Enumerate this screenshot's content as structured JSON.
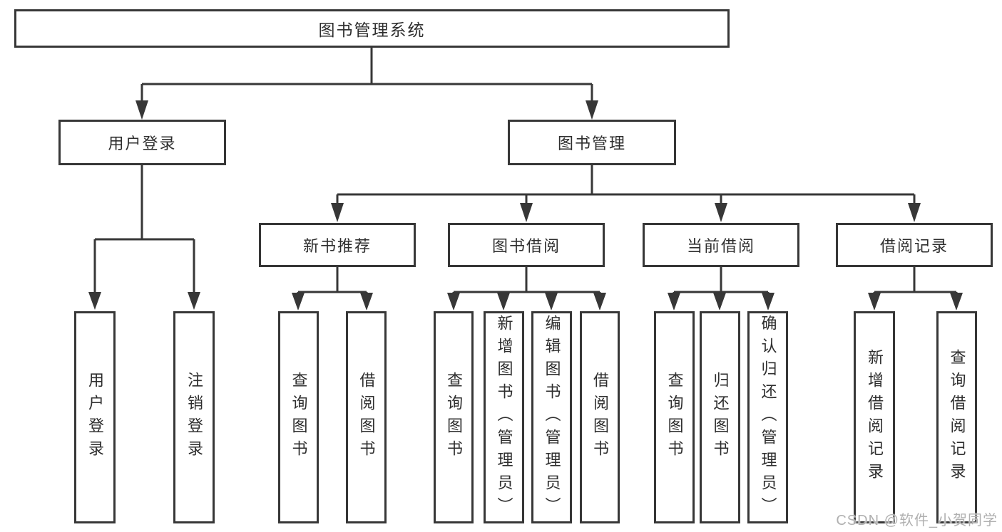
{
  "diagram": {
    "title": "图书管理系统",
    "level2": [
      {
        "label": "用户登录"
      },
      {
        "label": "图书管理"
      }
    ],
    "level3": [
      {
        "label": "新书推荐"
      },
      {
        "label": "图书借阅"
      },
      {
        "label": "当前借阅"
      },
      {
        "label": "借阅记录"
      }
    ],
    "leaves": {
      "user": [
        {
          "label": "用户登录"
        },
        {
          "label": "注销登录"
        }
      ],
      "recommend": [
        {
          "label": "查询图书"
        },
        {
          "label": "借阅图书"
        }
      ],
      "borrow": [
        {
          "label": "查询图书"
        },
        {
          "label": "新增图书（管理员）"
        },
        {
          "label": "编辑图书（管理员）"
        },
        {
          "label": "借阅图书"
        }
      ],
      "current": [
        {
          "label": "查询图书"
        },
        {
          "label": "归还图书"
        },
        {
          "label": "确认归还（管理员）"
        }
      ],
      "records": [
        {
          "label": "新增借阅记录"
        },
        {
          "label": "查询借阅记录"
        }
      ]
    },
    "watermark": "CSDN @软件_小贺同学",
    "colors": {
      "line": "#373737",
      "text": "#2e2e2e",
      "box_background": "#ffffff",
      "watermark": "#b0b0b0"
    }
  }
}
